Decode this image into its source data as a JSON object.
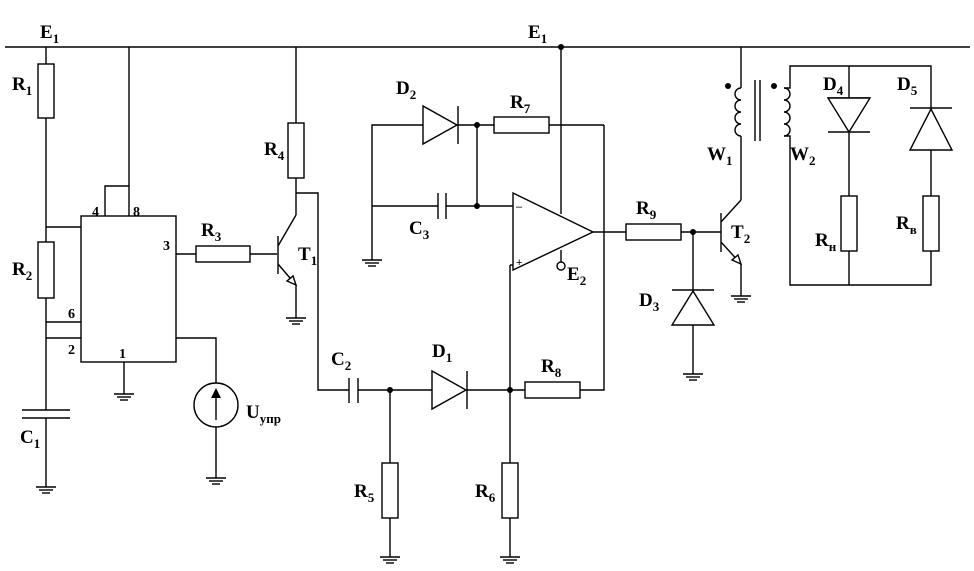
{
  "labels": {
    "E1_left": {
      "m": "E",
      "s": "1"
    },
    "E1_mid": {
      "m": "E",
      "s": "1"
    },
    "R1": {
      "m": "R",
      "s": "1"
    },
    "R2": {
      "m": "R",
      "s": "2"
    },
    "C1": {
      "m": "C",
      "s": "1"
    },
    "R3": {
      "m": "R",
      "s": "3"
    },
    "R4": {
      "m": "R",
      "s": "4"
    },
    "T1": {
      "m": "T",
      "s": "1"
    },
    "C2": {
      "m": "C",
      "s": "2"
    },
    "R5": {
      "m": "R",
      "s": "5"
    },
    "D1": {
      "m": "D",
      "s": "1"
    },
    "R6": {
      "m": "R",
      "s": "6"
    },
    "R8": {
      "m": "R",
      "s": "8"
    },
    "D2": {
      "m": "D",
      "s": "2"
    },
    "R7": {
      "m": "R",
      "s": "7"
    },
    "C3": {
      "m": "C",
      "s": "3"
    },
    "E2": {
      "m": "E",
      "s": "2"
    },
    "R9": {
      "m": "R",
      "s": "9"
    },
    "T2": {
      "m": "T",
      "s": "2"
    },
    "D3": {
      "m": "D",
      "s": "3"
    },
    "W1": {
      "m": "W",
      "s": "1"
    },
    "W2": {
      "m": "W",
      "s": "2"
    },
    "D4": {
      "m": "D",
      "s": "4"
    },
    "D5": {
      "m": "D",
      "s": "5"
    },
    "RH": {
      "m": "R",
      "s": "н"
    },
    "RB": {
      "m": "R",
      "s": "в"
    },
    "Uupr": {
      "m": "U",
      "s": "упр"
    }
  },
  "pins": {
    "p4": "4",
    "p8": "8",
    "p3": "3",
    "p6": "6",
    "p2": "2",
    "p1": "1"
  },
  "opamp": {
    "minus": "–",
    "plus": "+"
  }
}
